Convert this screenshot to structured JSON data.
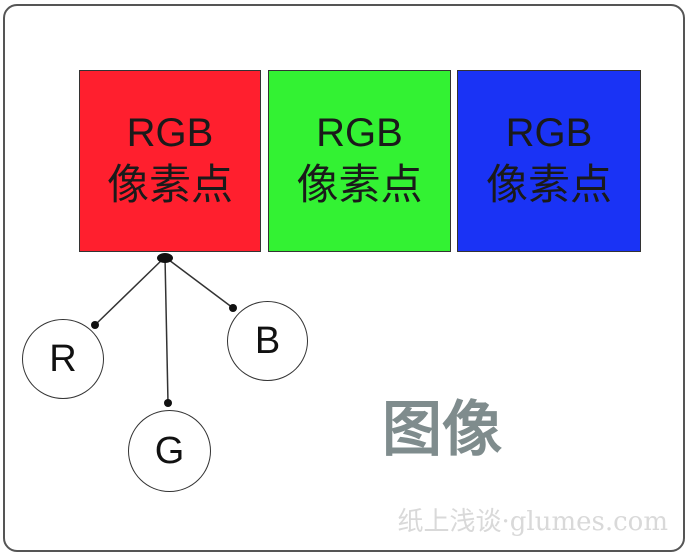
{
  "diagram": {
    "pixels": [
      {
        "line1": "RGB",
        "line2": "像素点",
        "color": "#ff1f2e"
      },
      {
        "line1": "RGB",
        "line2": "像素点",
        "color": "#33f233"
      },
      {
        "line1": "RGB",
        "line2": "像素点",
        "color": "#1a33f5"
      }
    ],
    "channels": {
      "r": "R",
      "g": "G",
      "b": "B"
    },
    "image_label": "图像",
    "watermark": "纸上浅谈·glumes.com"
  },
  "colors": {
    "frame_border": "#555555",
    "label_gray": "#7f8c8d",
    "connector": "#333333"
  }
}
